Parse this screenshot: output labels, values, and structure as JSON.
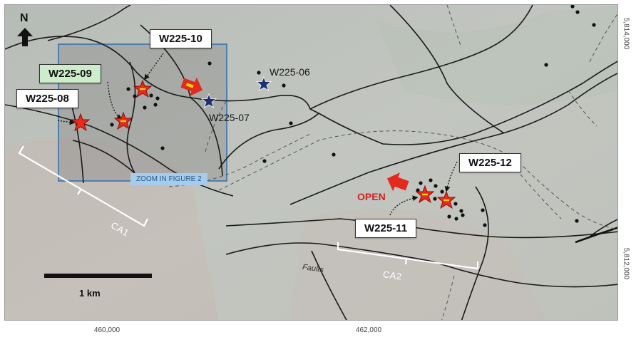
{
  "north_label": "N",
  "x_coords": [
    "460,000",
    "462,000"
  ],
  "y_coords": [
    "5,814,000",
    "5,812,000"
  ],
  "callouts": {
    "w225_10": "W225-10",
    "w225_09": "W225-09",
    "w225_08": "W225-08",
    "w225_12": "W225-12",
    "w225_11": "W225-11"
  },
  "labels": {
    "w225_06": "W225-06",
    "w225_07": "W225-07",
    "open": "OPEN",
    "zoom": "ZOOM IN FIGURE 2",
    "ca1": "CA1",
    "ca2": "CA2",
    "faults": "Faults",
    "scale": "1 km"
  },
  "colors": {
    "star_red": "#e82a1f",
    "star_navy": "#1c2f6e",
    "star_dash": "#f5d800",
    "arrow_red": "#e22a1f",
    "zoom_box": "#2f6eb3",
    "callout_highlight": "#cdeccb"
  }
}
